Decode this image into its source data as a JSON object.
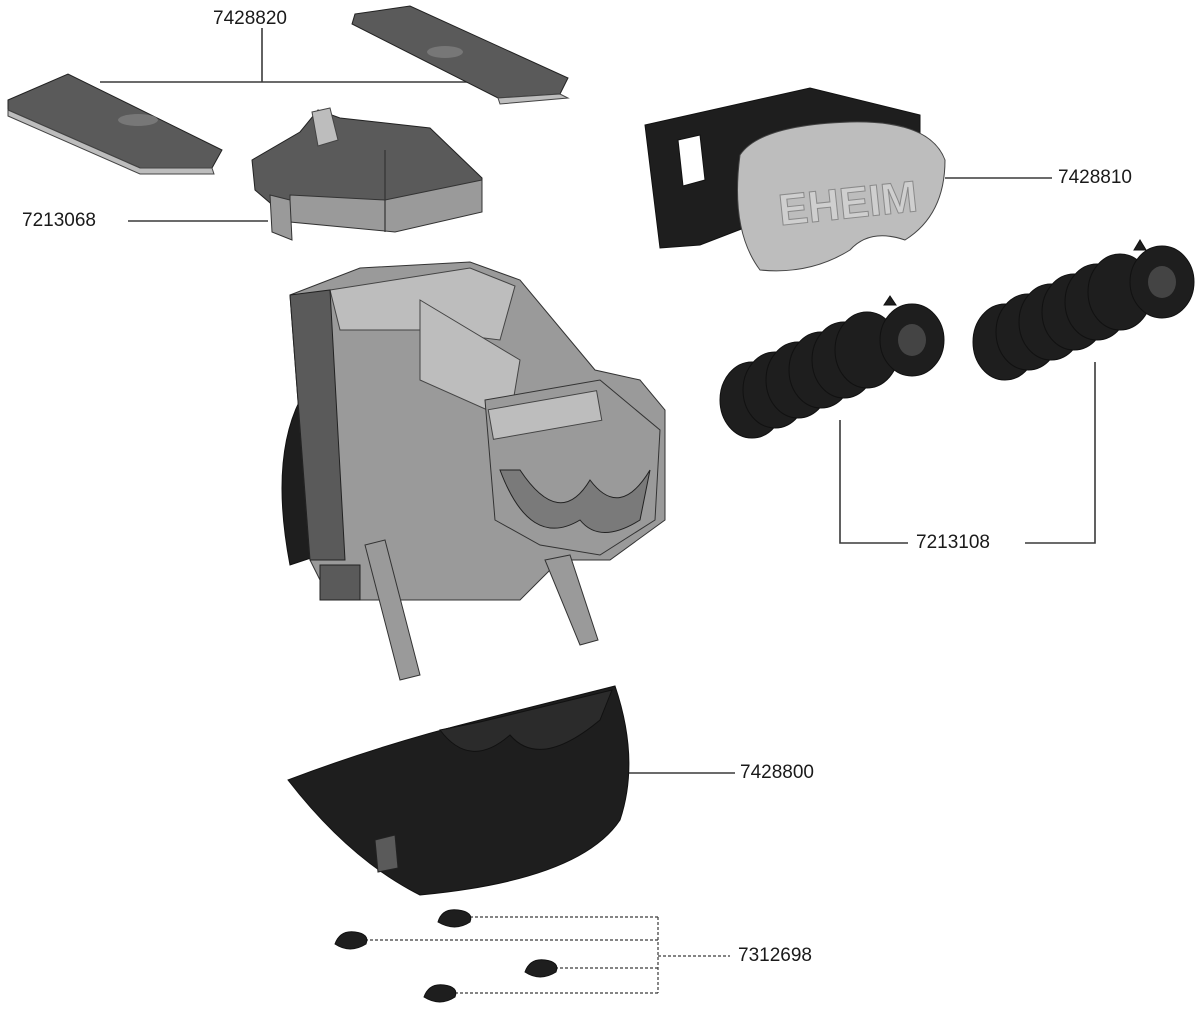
{
  "parts": [
    {
      "id": "lids",
      "number": "7428820",
      "icon": "lid-plate-icon"
    },
    {
      "id": "cover",
      "number": "7213068",
      "icon": "cover-icon"
    },
    {
      "id": "front-panel",
      "number": "7428810",
      "icon": "front-panel-icon"
    },
    {
      "id": "cartridges",
      "number": "7213108",
      "icon": "filter-cartridge-icon"
    },
    {
      "id": "bottom-shell",
      "number": "7428800",
      "icon": "bottom-shell-icon"
    },
    {
      "id": "suction-cups",
      "number": "7312698",
      "icon": "suction-cup-icon"
    }
  ],
  "brand_logo": "EHEIM",
  "colors": {
    "dark": "#1e1e1e",
    "mid": "#5a5a5a",
    "light": "#9a9a9a",
    "pale": "#bdbdbd",
    "line": "#3a3a3a"
  }
}
